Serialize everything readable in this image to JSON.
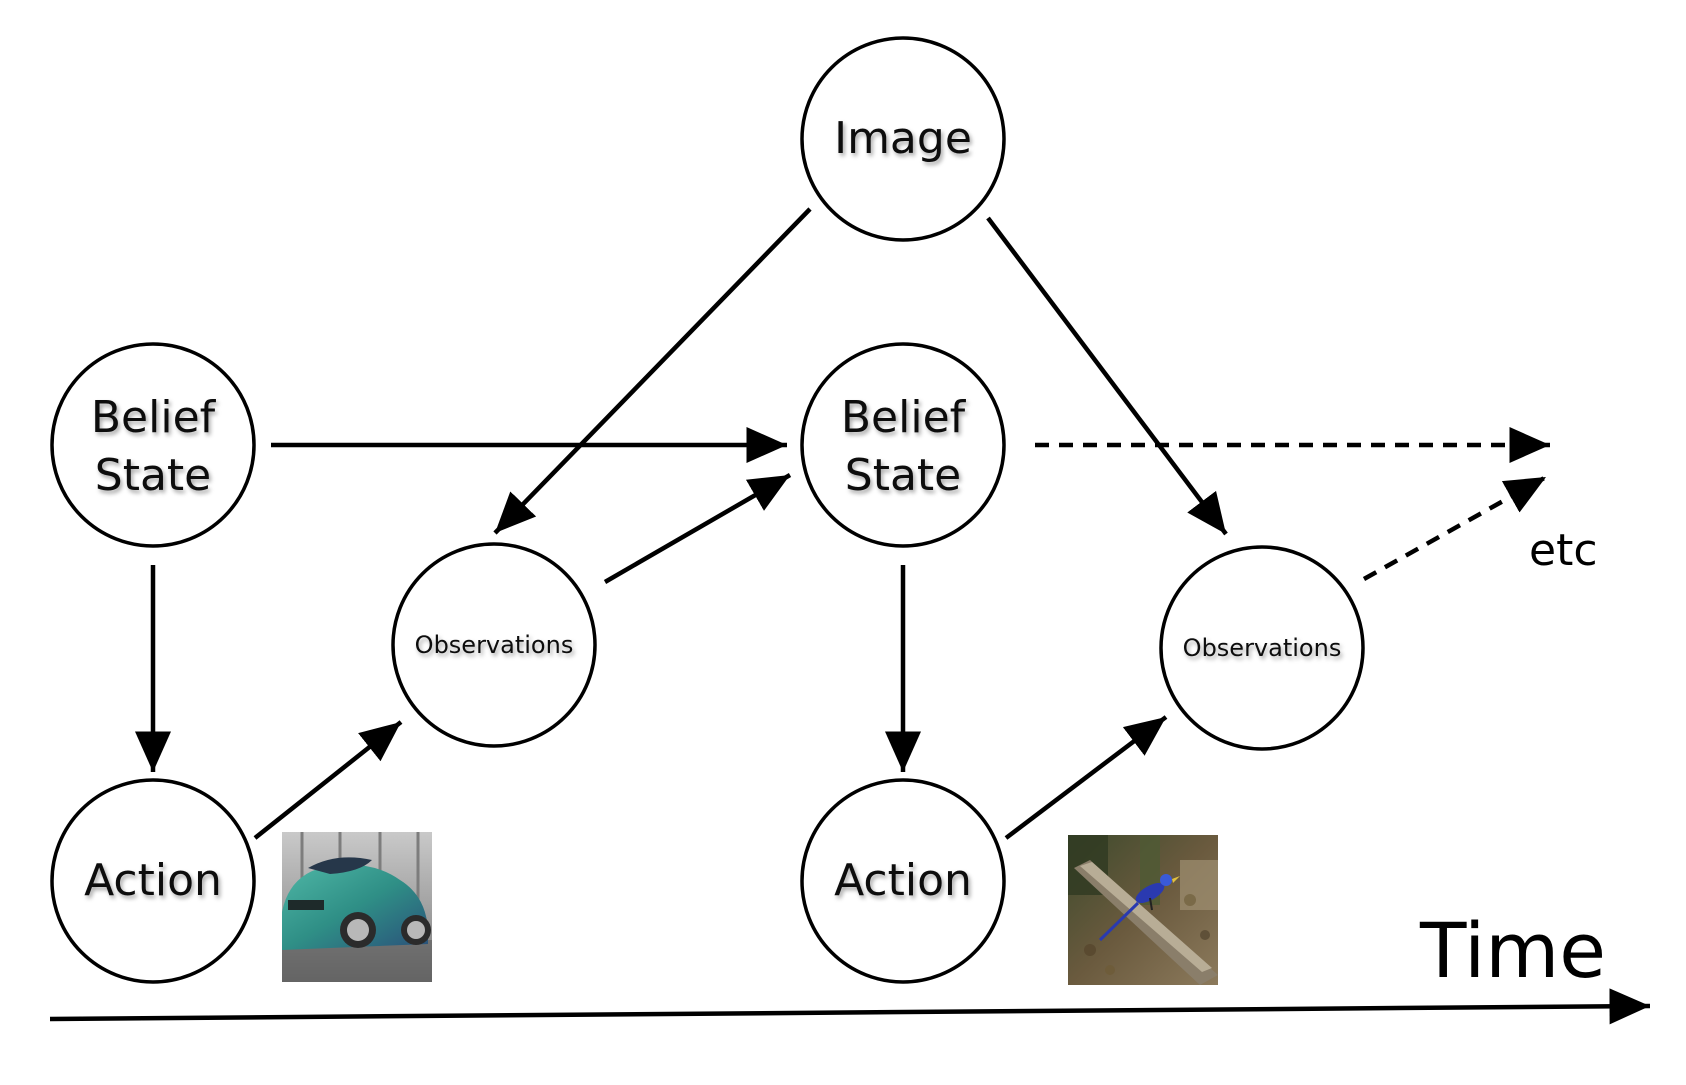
{
  "nodes": {
    "image": {
      "label": "Image"
    },
    "belief_state_1": {
      "label_lines": [
        "Belief",
        "State"
      ]
    },
    "belief_state_2": {
      "label_lines": [
        "Belief",
        "State"
      ]
    },
    "observations_1": {
      "label": "Observations"
    },
    "observations_2": {
      "label": "Observations"
    },
    "action_1": {
      "label": "Action"
    },
    "action_2": {
      "label": "Action"
    }
  },
  "edges": [
    {
      "from": "image",
      "to": "observations_1",
      "style": "solid"
    },
    {
      "from": "image",
      "to": "observations_2",
      "style": "solid"
    },
    {
      "from": "belief_state_1",
      "to": "belief_state_2",
      "style": "solid"
    },
    {
      "from": "belief_state_1",
      "to": "action_1",
      "style": "solid"
    },
    {
      "from": "action_1",
      "to": "observations_1",
      "style": "solid"
    },
    {
      "from": "observations_1",
      "to": "belief_state_2",
      "style": "solid"
    },
    {
      "from": "belief_state_2",
      "to": "action_2",
      "style": "solid"
    },
    {
      "from": "action_2",
      "to": "observations_2",
      "style": "solid"
    },
    {
      "from": "belief_state_2",
      "to": "etc",
      "style": "dashed"
    },
    {
      "from": "observations_2",
      "to": "etc",
      "style": "dashed"
    }
  ],
  "etc_label": "etc",
  "time_label": "Time",
  "thumbnails": [
    {
      "subject": "green sports car",
      "icon": "car-photo"
    },
    {
      "subject": "blue bird on fallen log",
      "icon": "bird-photo"
    }
  ]
}
